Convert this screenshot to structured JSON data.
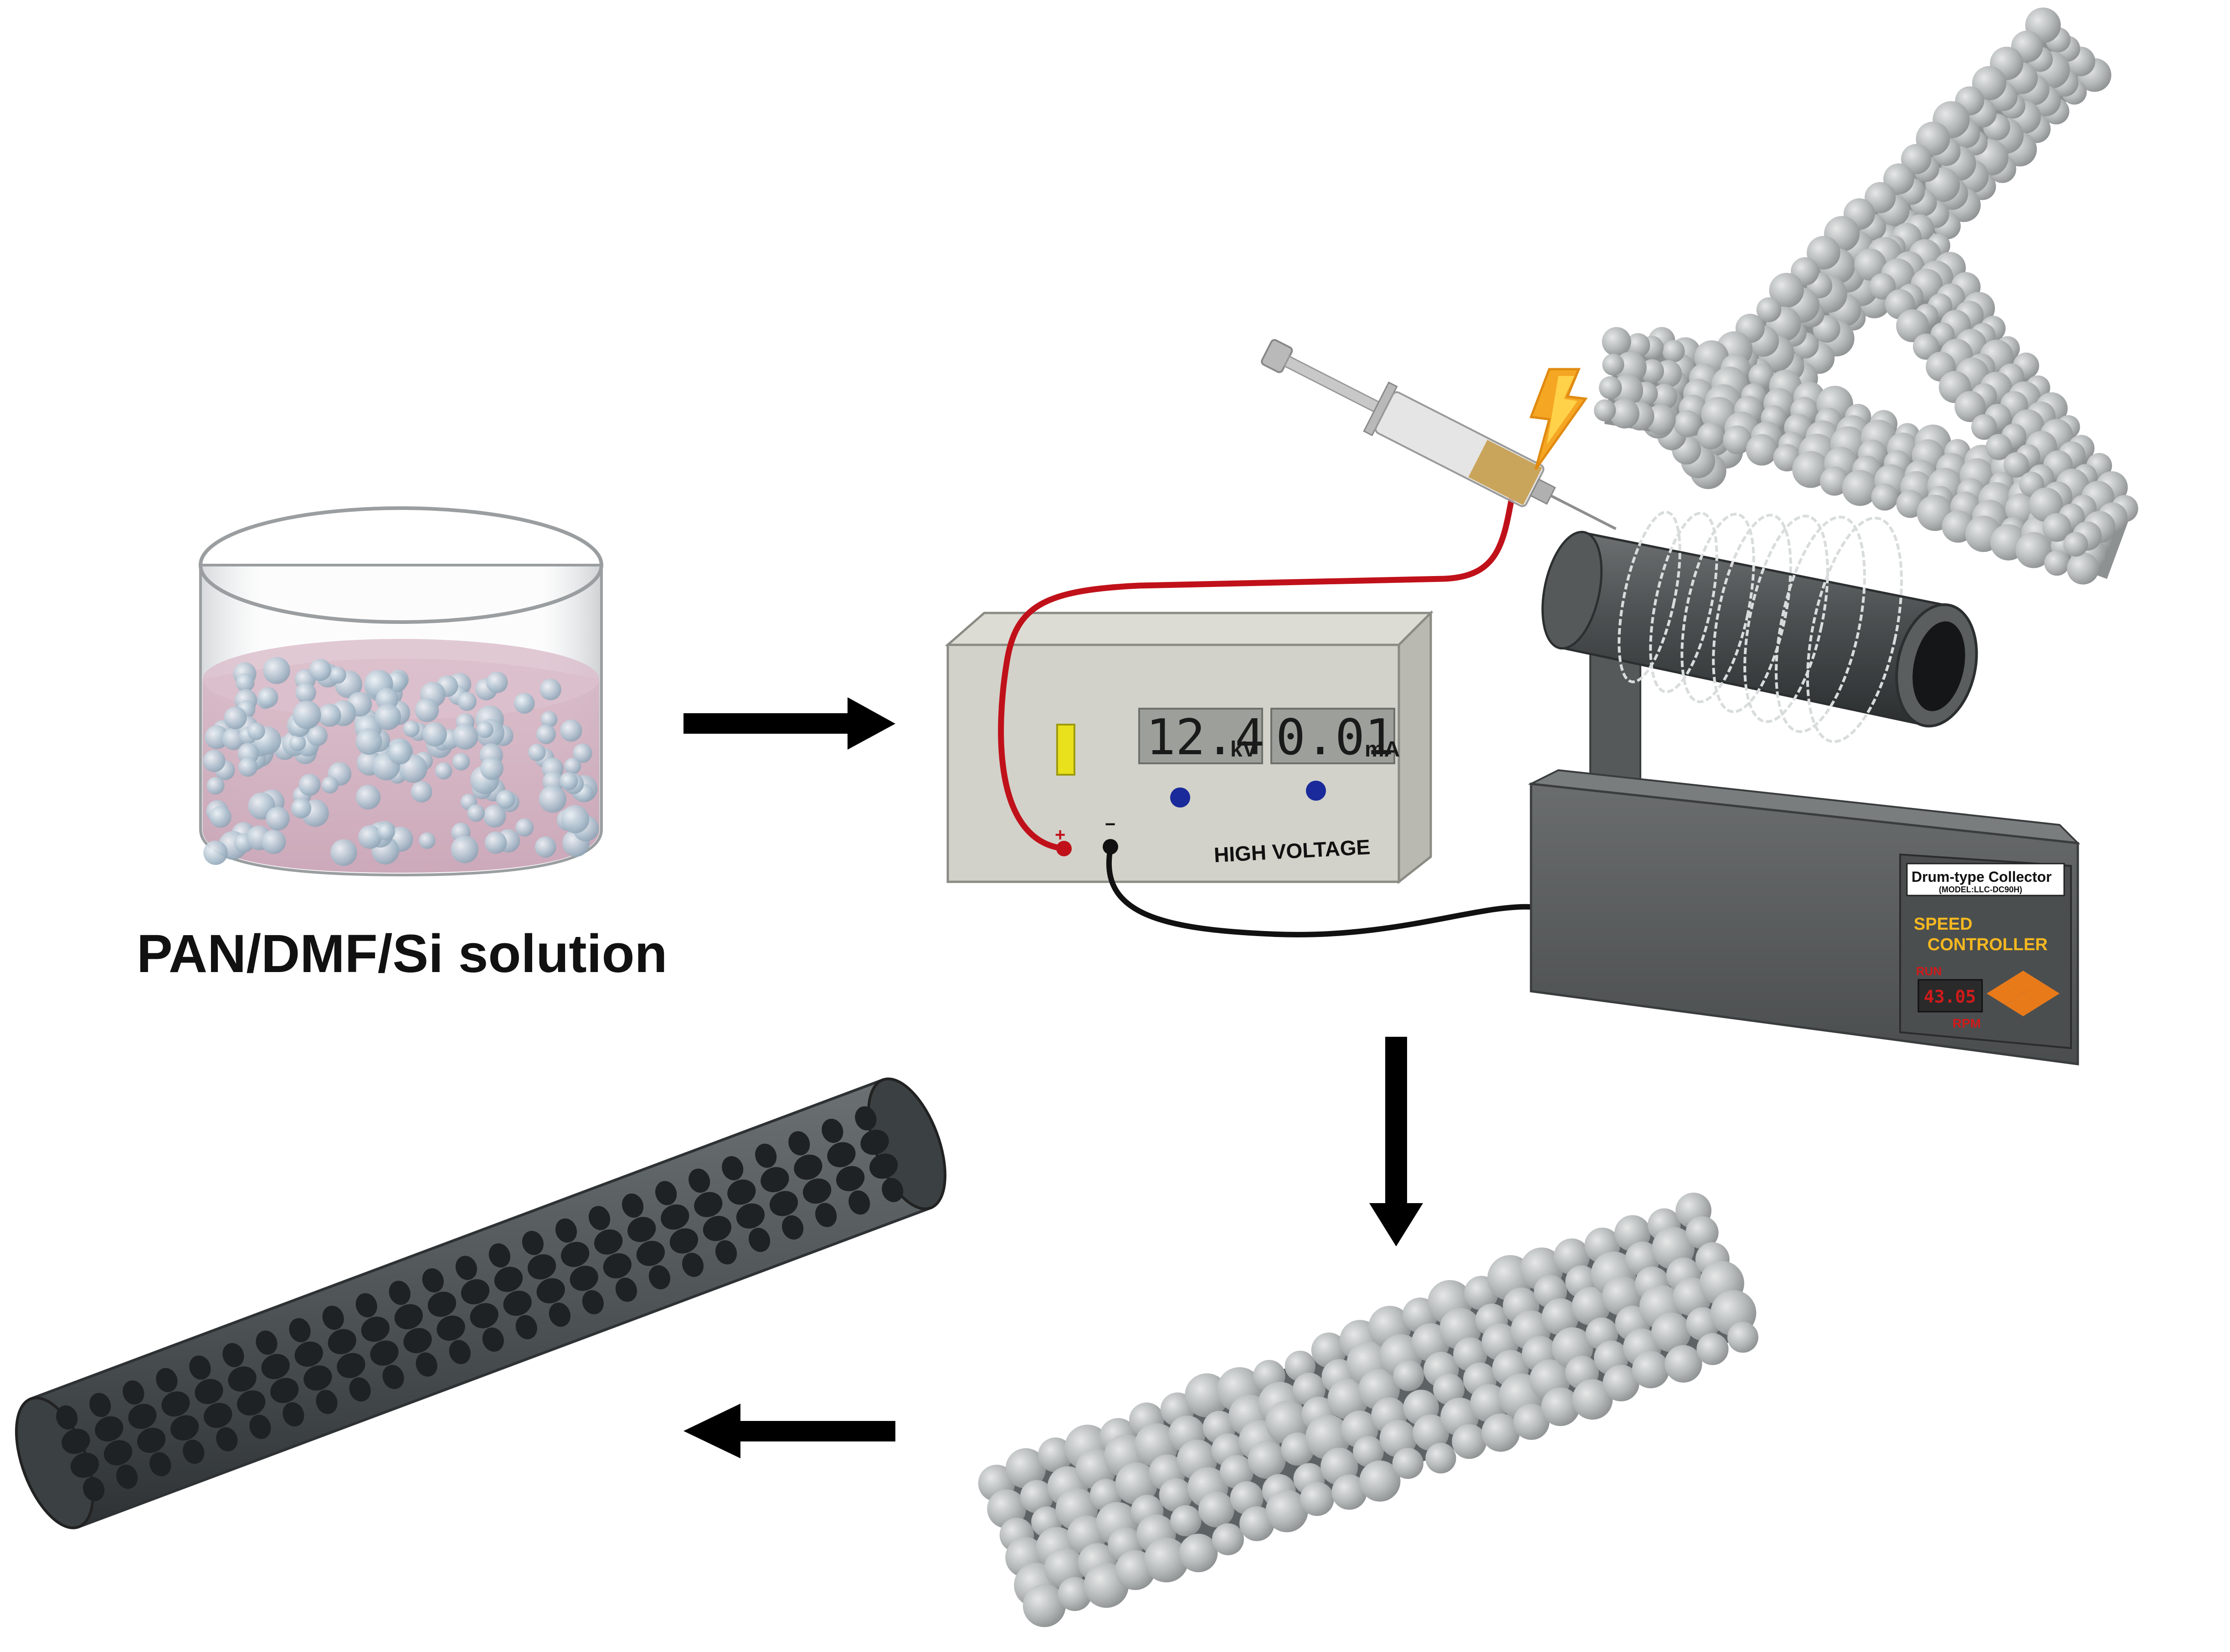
{
  "caption": "PAN/DMF/Si solution",
  "power_supply": {
    "voltage_value": "12.4",
    "voltage_unit": "kV",
    "current_value": "0.01",
    "current_unit": "mA",
    "label": "HIGH VOLTAGE",
    "positive_symbol": "+",
    "negative_symbol": "−"
  },
  "collector": {
    "title": "Drum-type Collector",
    "model": "(MODEL:LLC-DC90H)",
    "controller_line1": "SPEED",
    "controller_line2": "CONTROLLER",
    "run_label": "RUN",
    "rpm_value": "43.05",
    "rpm_unit": "RPM"
  },
  "colors": {
    "positive_wire": "#c0111a",
    "negative_wire": "#111111",
    "arrow": "#000000",
    "silicon_bead": "#b9bcbc",
    "carbon_fiber": "#4b5052",
    "spark": "#f5a623"
  },
  "icons": [
    "beaker-icon",
    "syringe-icon",
    "spark-icon",
    "drum-collector-icon",
    "fiber-network-icon",
    "si-coated-fiber-icon",
    "porous-carbon-fiber-icon"
  ]
}
